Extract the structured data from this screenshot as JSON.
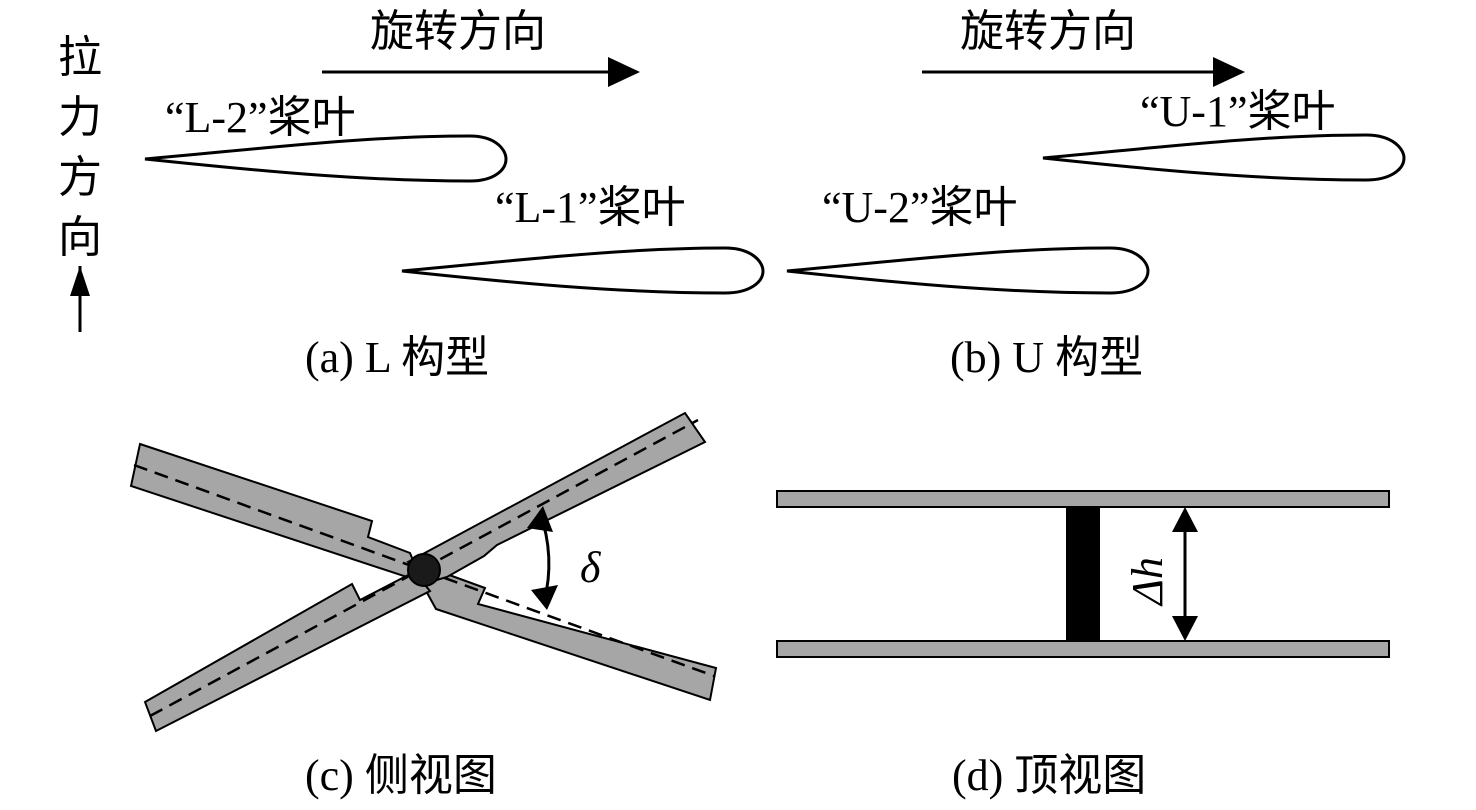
{
  "thrust_direction": [
    "拉",
    "力",
    "方",
    "向"
  ],
  "panel_a": {
    "rotation_label": "旋转方向",
    "blade_top": "“L-2”桨叶",
    "blade_bottom": "“L-1”桨叶",
    "caption": "(a) L 构型"
  },
  "panel_b": {
    "rotation_label": "旋转方向",
    "blade_top": "“U-1”桨叶",
    "blade_bottom": "“U-2”桨叶",
    "caption": "(b) U 构型"
  },
  "panel_c": {
    "angle_symbol": "δ",
    "caption": "(c) 侧视图"
  },
  "panel_d": {
    "gap_symbol": "Δh",
    "caption": "(d) 顶视图"
  },
  "colors": {
    "blade_fill": "#a6a6a6",
    "hub_fill": "#1a1a1a",
    "line": "#000000"
  }
}
